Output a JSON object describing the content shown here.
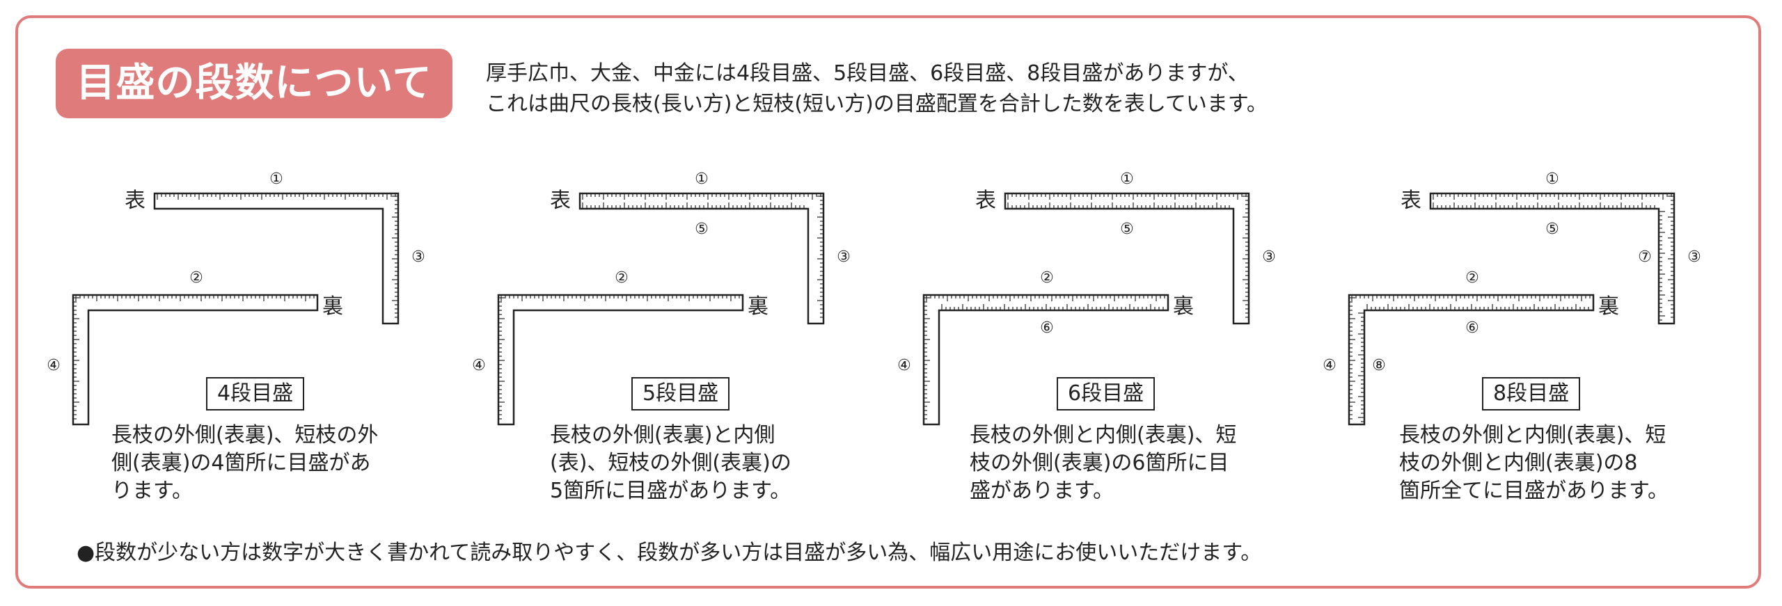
{
  "title": "目盛の段数について",
  "intro": {
    "line1": "厚手広巾、大金、中金には4段目盛、5段目盛、6段目盛、8段目盛がありますが、",
    "line2": "これは曲尺の長枝(長い方)と短枝(短い方)の目盛配置を合計した数を表しています。"
  },
  "labels": {
    "front": "表",
    "back": "裏"
  },
  "diagrams": [
    {
      "label": "4段目盛",
      "desc": [
        "長枝の外側(表裏)、短枝の外",
        "側(表裏)の4箇所に目盛があ",
        "ります。"
      ],
      "marks": [
        "①",
        "②",
        "③",
        "④"
      ]
    },
    {
      "label": "5段目盛",
      "desc": [
        "長枝の外側(表裏)と内側",
        "(表)、短枝の外側(表裏)の",
        "5箇所に目盛があります。"
      ],
      "marks": [
        "①",
        "②",
        "③",
        "④",
        "⑤"
      ]
    },
    {
      "label": "6段目盛",
      "desc": [
        "長枝の外側と内側(表裏)、短",
        "枝の外側(表裏)の6箇所に目",
        "盛があります。"
      ],
      "marks": [
        "①",
        "②",
        "③",
        "④",
        "⑤",
        "⑥"
      ]
    },
    {
      "label": "8段目盛",
      "desc": [
        "長枝の外側と内側(表裏)、短",
        "枝の外側と内側(表裏)の8",
        "箇所全てに目盛があります。"
      ],
      "marks": [
        "①",
        "②",
        "③",
        "④",
        "⑤",
        "⑥",
        "⑦",
        "⑧"
      ]
    }
  ],
  "footer": "●段数が少ない方は数字が大きく書かれて読み取りやすく、段数が多い方は目盛が多い為、幅広い用途にお使いいただけます。",
  "colors": {
    "accent": "#e07b7b",
    "ink": "#222222"
  }
}
